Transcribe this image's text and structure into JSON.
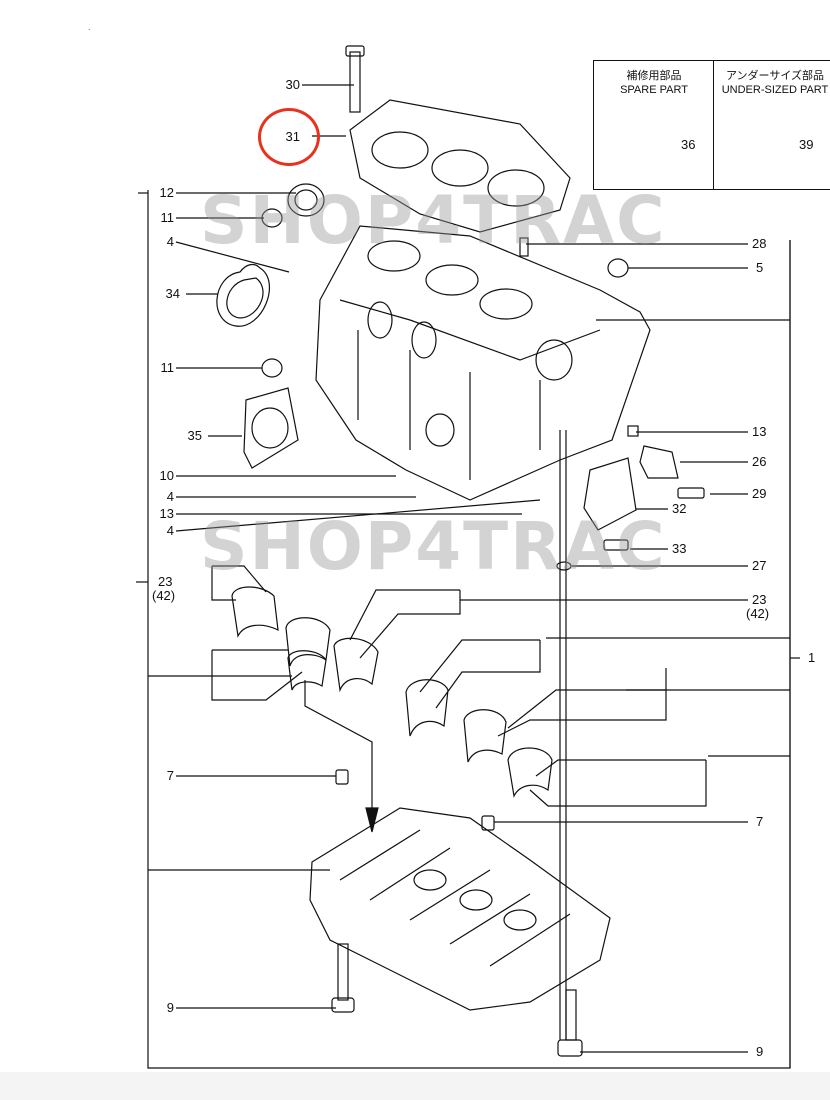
{
  "watermark": {
    "text": "SHOP4TRAC",
    "color": "#969696"
  },
  "highlight_color": "#e8321e",
  "top_mark": ".",
  "spare_part_box": {
    "title_jp": "補修用部品",
    "title_en": "SPARE PART",
    "part": "36"
  },
  "undersize_box": {
    "title_jp": "アンダーサイズ部品",
    "title_en": "UNDER-SIZED PART",
    "part": "39"
  },
  "callouts": {
    "p30": "30",
    "p31": "31",
    "p12": "12",
    "p11a": "11",
    "p4a": "4",
    "p34": "34",
    "p11b": "11",
    "p35": "35",
    "p10": "10",
    "p4b": "4",
    "p13a": "13",
    "p4c": "4",
    "p23a": "23",
    "p23a_sub": "(42)",
    "p7a": "7",
    "p9a": "9",
    "p28": "28",
    "p5": "5",
    "p13b": "13",
    "p26": "26",
    "p29": "29",
    "p32": "32",
    "p33": "33",
    "p27": "27",
    "p23b": "23",
    "p23b_sub": "(42)",
    "p1": "1",
    "p7b": "7",
    "p9b": "9"
  }
}
